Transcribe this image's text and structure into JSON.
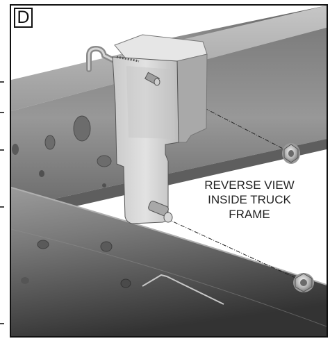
{
  "panel": {
    "letter": "D"
  },
  "caption": {
    "line1": "REVERSE VIEW",
    "line2": "INSIDE TRUCK",
    "line3": "FRAME"
  },
  "colors": {
    "frame_dark": "#4f4f4f",
    "frame_mid": "#8a8a8a",
    "frame_light": "#bdbdbd",
    "bracket_light": "#dcdcdc",
    "bracket_mid": "#b9b9b9",
    "outline": "#111111"
  },
  "icons": [
    "flange-nut-icon",
    "stud-bolt-icon",
    "u-bolt-icon",
    "mounting-bracket-icon"
  ]
}
